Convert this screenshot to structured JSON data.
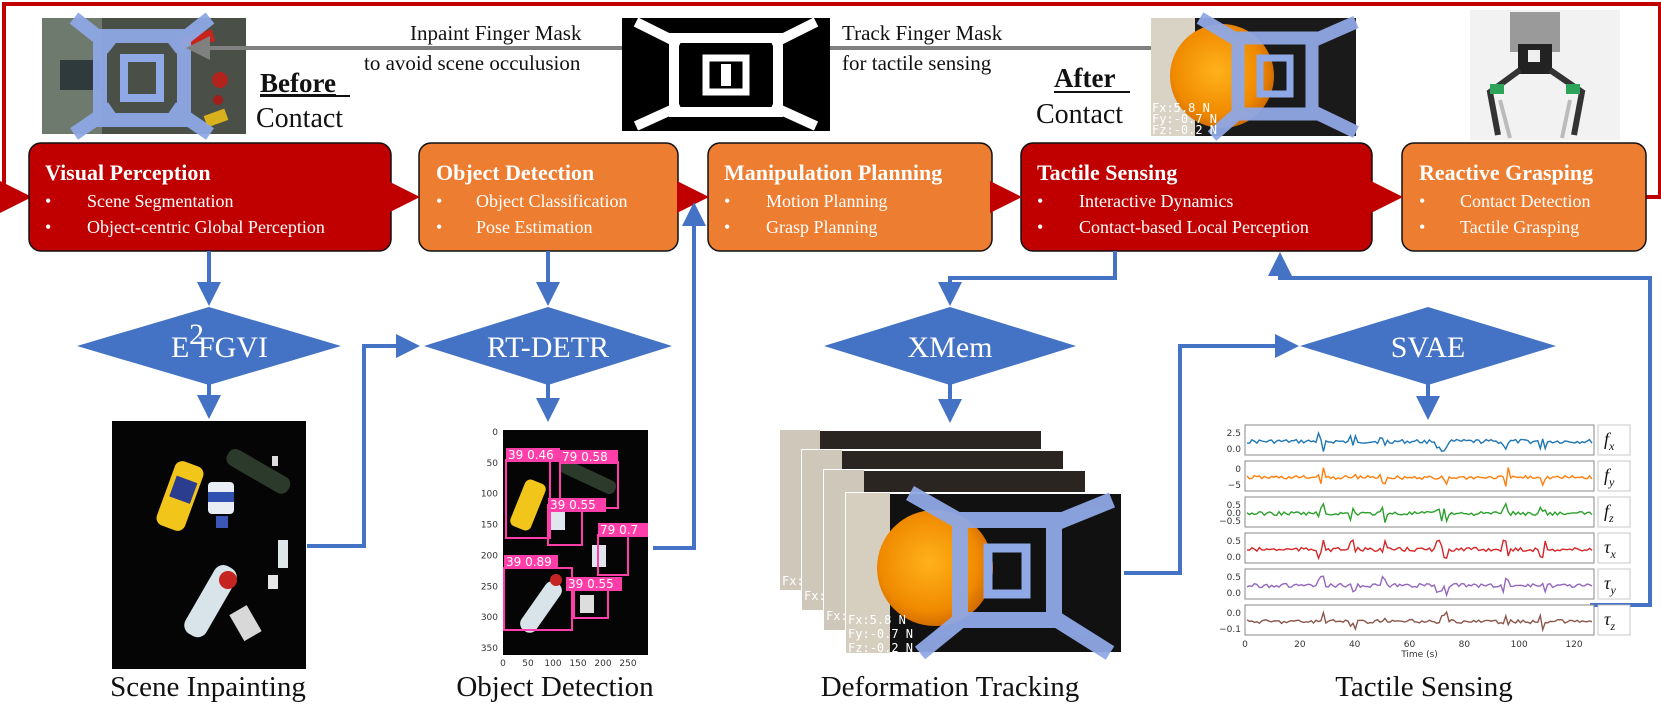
{
  "annotations": {
    "inpaint_line1": "Inpaint Finger Mask",
    "inpaint_line2": "to avoid scene occulusion",
    "track_line1": "Track Finger Mask",
    "track_line2": "for tactile sensing",
    "before_bold": "Before",
    "before_rest": "Contact",
    "after_bold": "After",
    "after_rest": "Contact"
  },
  "stages": [
    {
      "title": "Visual Perception",
      "bullets": [
        "Scene Segmentation",
        "Object-centric Global Perception"
      ],
      "color": "#c00000"
    },
    {
      "title": "Object Detection",
      "bullets": [
        "Object Classification",
        "Pose Estimation"
      ],
      "color": "#ed7d31"
    },
    {
      "title": "Manipulation Planning",
      "bullets": [
        "Motion Planning",
        "Grasp Planning"
      ],
      "color": "#ed7d31"
    },
    {
      "title": "Tactile Sensing",
      "bullets": [
        "Interactive Dynamics",
        "Contact-based Local Perception"
      ],
      "color": "#c00000"
    },
    {
      "title": "Reactive Grasping",
      "bullets": [
        "Contact Detection",
        "Tactile Grasping"
      ],
      "color": "#ed7d31"
    }
  ],
  "models": {
    "e2fgvi_base": "E",
    "e2fgvi_sup": "2",
    "e2fgvi_rest": "FGVI",
    "rtdetr": "RT-DETR",
    "xmem": "XMem",
    "svae": "SVAE"
  },
  "captions": {
    "scene_inpainting": "Scene Inpainting",
    "object_detection": "Object Detection",
    "deformation_tracking": "Deformation Tracking",
    "tactile_sensing": "Tactile Sensing"
  },
  "force_readout": {
    "fx": "Fx:5.8 N",
    "fy": "Fy:-0.7 N",
    "fz": "Fz:-0.2 N",
    "small_fx": "Fx:5.8 N",
    "small_fy": "Fy:-0.7 N",
    "small_fz": "Fz:-0.2 N",
    "stub": "Fx:"
  },
  "detection_plot": {
    "y_ticks": [
      "0",
      "50",
      "100",
      "150",
      "200",
      "250",
      "300",
      "350"
    ],
    "x_ticks": [
      "0",
      "50",
      "100",
      "150",
      "200",
      "250"
    ],
    "labels": [
      "39 0.46",
      "79 0.58",
      "39 0.55",
      "79 0.7",
      "39 0.89",
      "39 0.55"
    ]
  },
  "tactile_plot": {
    "time_label": "Time (s)",
    "x_ticks": [
      "0",
      "20",
      "40",
      "60",
      "80",
      "100",
      "120"
    ],
    "panels": [
      {
        "sym": "f",
        "sub": "x",
        "color": "#1f77b4",
        "ticks": [
          "2.5",
          "0.0"
        ]
      },
      {
        "sym": "f",
        "sub": "y",
        "color": "#ff7f0e",
        "ticks": [
          "0",
          "−5"
        ]
      },
      {
        "sym": "f",
        "sub": "z",
        "color": "#2ca02c",
        "ticks": [
          "0.5",
          "0.0",
          "−0.5"
        ]
      },
      {
        "sym": "τ",
        "sub": "x",
        "color": "#d62728",
        "ticks": [
          "0.5",
          "0.0"
        ]
      },
      {
        "sym": "τ",
        "sub": "y",
        "color": "#9467bd",
        "ticks": [
          "0.5",
          "0.0"
        ]
      },
      {
        "sym": "τ",
        "sub": "z",
        "color": "#8c564b",
        "ticks": [
          "0.0",
          "−0.1"
        ]
      }
    ]
  },
  "colors": {
    "red_flow": "#c00000",
    "blue_flow": "#4472c4",
    "gray_flow": "#808080",
    "diamond": "#4472c4",
    "finger_mask": "#8fa8e6"
  }
}
